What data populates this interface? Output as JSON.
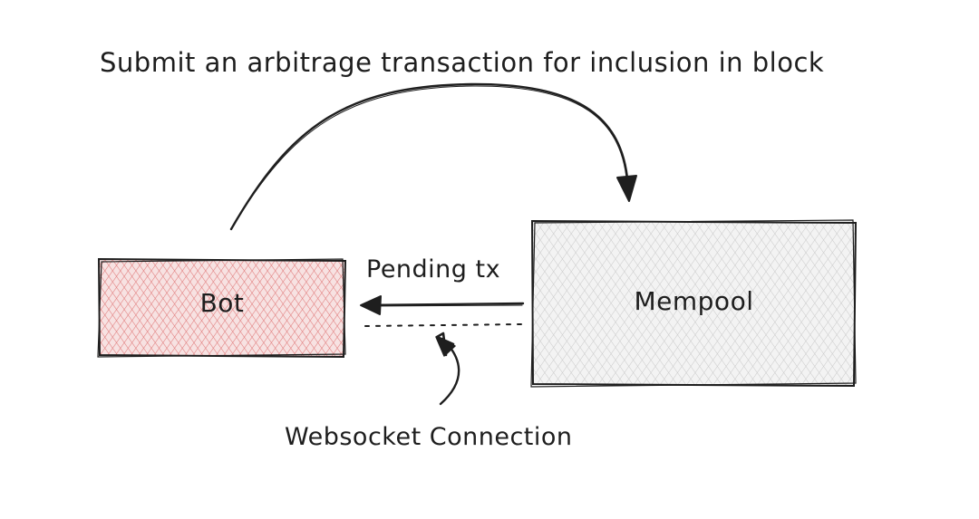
{
  "diagram": {
    "title": "Submit an arbitrage transaction for inclusion in block",
    "nodes": {
      "bot": {
        "label": "Bot",
        "fill": "#e6a3a3",
        "stroke": "#1e1e1e"
      },
      "mempool": {
        "label": "Mempool",
        "fill": "#d6d6d6",
        "stroke": "#1e1e1e"
      }
    },
    "edges": {
      "pending": {
        "label": "Pending tx",
        "from": "Mempool",
        "to": "Bot"
      },
      "websocket": {
        "label": "Websocket Connection"
      }
    },
    "colors": {
      "ink": "#1e1e1e",
      "bot_hatch": "#e07a7a",
      "mempool_hatch": "#c9c9c9"
    }
  }
}
